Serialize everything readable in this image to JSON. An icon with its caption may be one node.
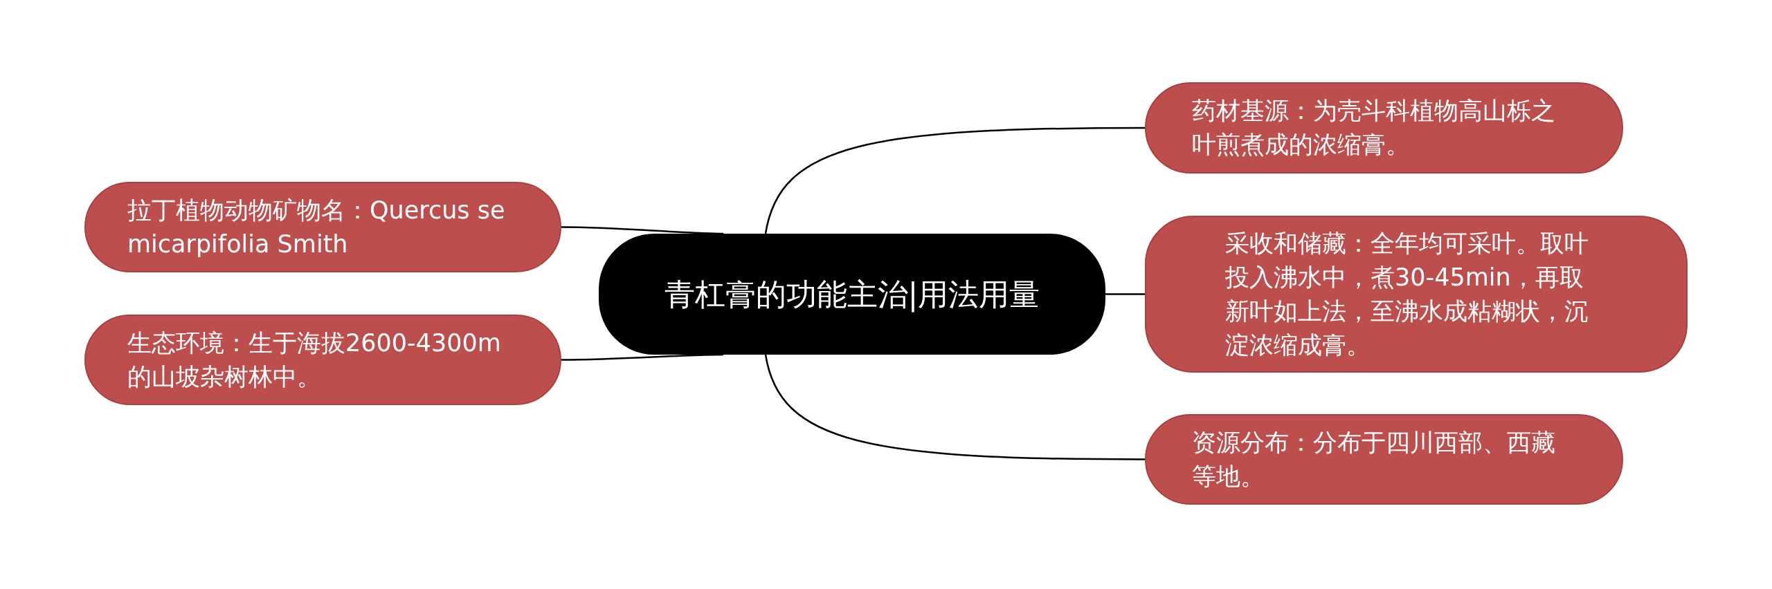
{
  "diagram": {
    "nodes": [
      {
        "text": [
          "青杠膏的功能主治|用法用量"
        ]
      },
      {
        "text": [
          "药材基源：为壳斗科植物高山栎之叶煎煮成的浓缩膏。"
        ]
      },
      {
        "text": [
          "采收和储藏：全年均可采叶。取叶投入沸水中，煮30-45min，再取新叶如上法，至沸水成粘糊状，沉淀浓缩成膏。"
        ]
      },
      {
        "text": [
          "资源分布：分布于四川西部、西藏等地。"
        ]
      },
      {
        "text": [
          "拉丁植物动物矿物名：Quercus semicarpifolia Smith"
        ]
      },
      {
        "text": [
          "生态环境：生于海拔2600-4300m的山坡杂树林中。"
        ]
      }
    ],
    "edges": [
      {
        "from": 0,
        "to": 1,
        "arrow": "none"
      },
      {
        "from": 0,
        "to": 2,
        "arrow": "none"
      },
      {
        "from": 0,
        "to": 3,
        "arrow": "none"
      },
      {
        "from": 0,
        "to": 4,
        "arrow": "none"
      },
      {
        "from": 0,
        "to": 5,
        "arrow": "none"
      }
    ]
  }
}
